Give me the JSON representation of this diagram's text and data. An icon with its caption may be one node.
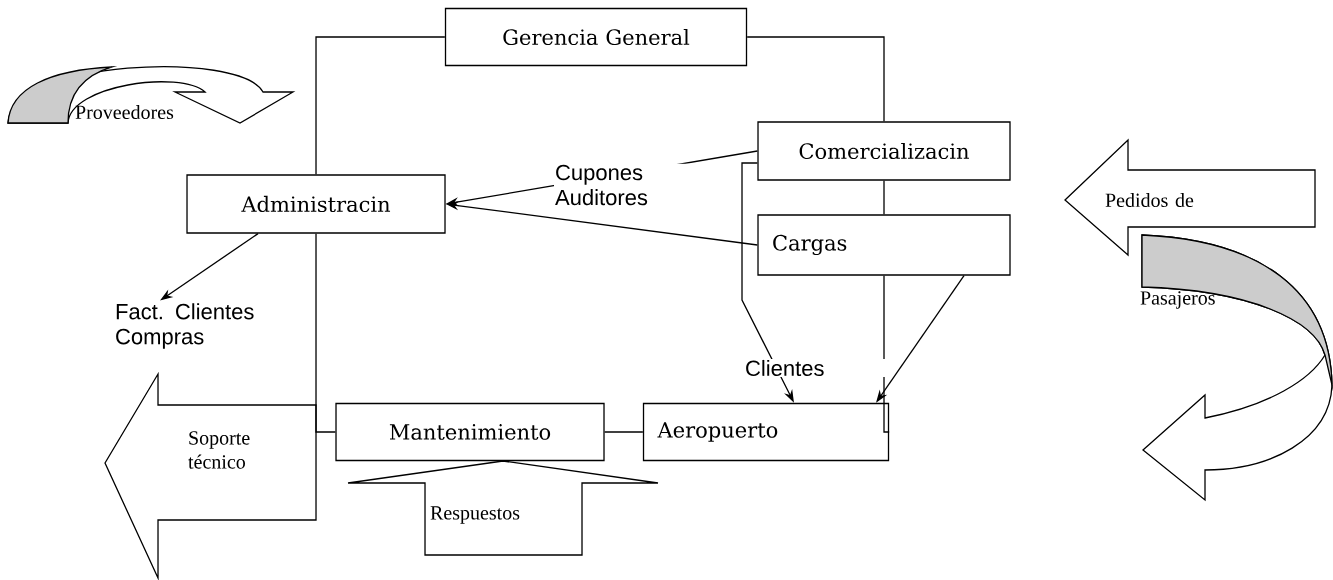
{
  "diagram": {
    "nodes": [
      {
        "text": [
          "Gerencia General"
        ]
      },
      {
        "text": [
          "Proveedores"
        ]
      },
      {
        "text": [
          "Comercializacin"
        ]
      },
      {
        "text": [
          "Administracin"
        ]
      },
      {
        "text": [
          "Pedidos de"
        ]
      },
      {
        "text": [
          "Cargas"
        ]
      },
      {
        "text": [
          "Fact. Clientes Compras"
        ]
      },
      {
        "text": [
          "Pasajeros"
        ]
      },
      {
        "text": [
          "Soporte técnico"
        ]
      },
      {
        "text": [
          "Mantenimiento"
        ]
      },
      {
        "text": [
          "Aeropuerto"
        ]
      },
      {
        "text": [
          "Respuestos"
        ]
      }
    ],
    "edges": [
      {
        "from": 0,
        "to": 3,
        "arrow": "none"
      },
      {
        "from": 0,
        "to": 2,
        "arrow": "none"
      },
      {
        "from": 2,
        "to": 5,
        "arrow": "none"
      },
      {
        "from": 5,
        "to": 10,
        "arrow": "none"
      },
      {
        "from": 3,
        "to": 9,
        "arrow": "none"
      },
      {
        "from": 9,
        "to": 10,
        "arrow": "none"
      },
      {
        "from": 2,
        "to": 3,
        "arrow": "to",
        "label": "Cupones Auditores"
      },
      {
        "from": 5,
        "to": 3,
        "arrow": "to"
      },
      {
        "from": 3,
        "to": 6,
        "arrow": "to"
      },
      {
        "from": 2,
        "to": 10,
        "arrow": "to",
        "label": "Clientes"
      },
      {
        "from": 5,
        "to": 10,
        "arrow": "to"
      }
    ]
  }
}
